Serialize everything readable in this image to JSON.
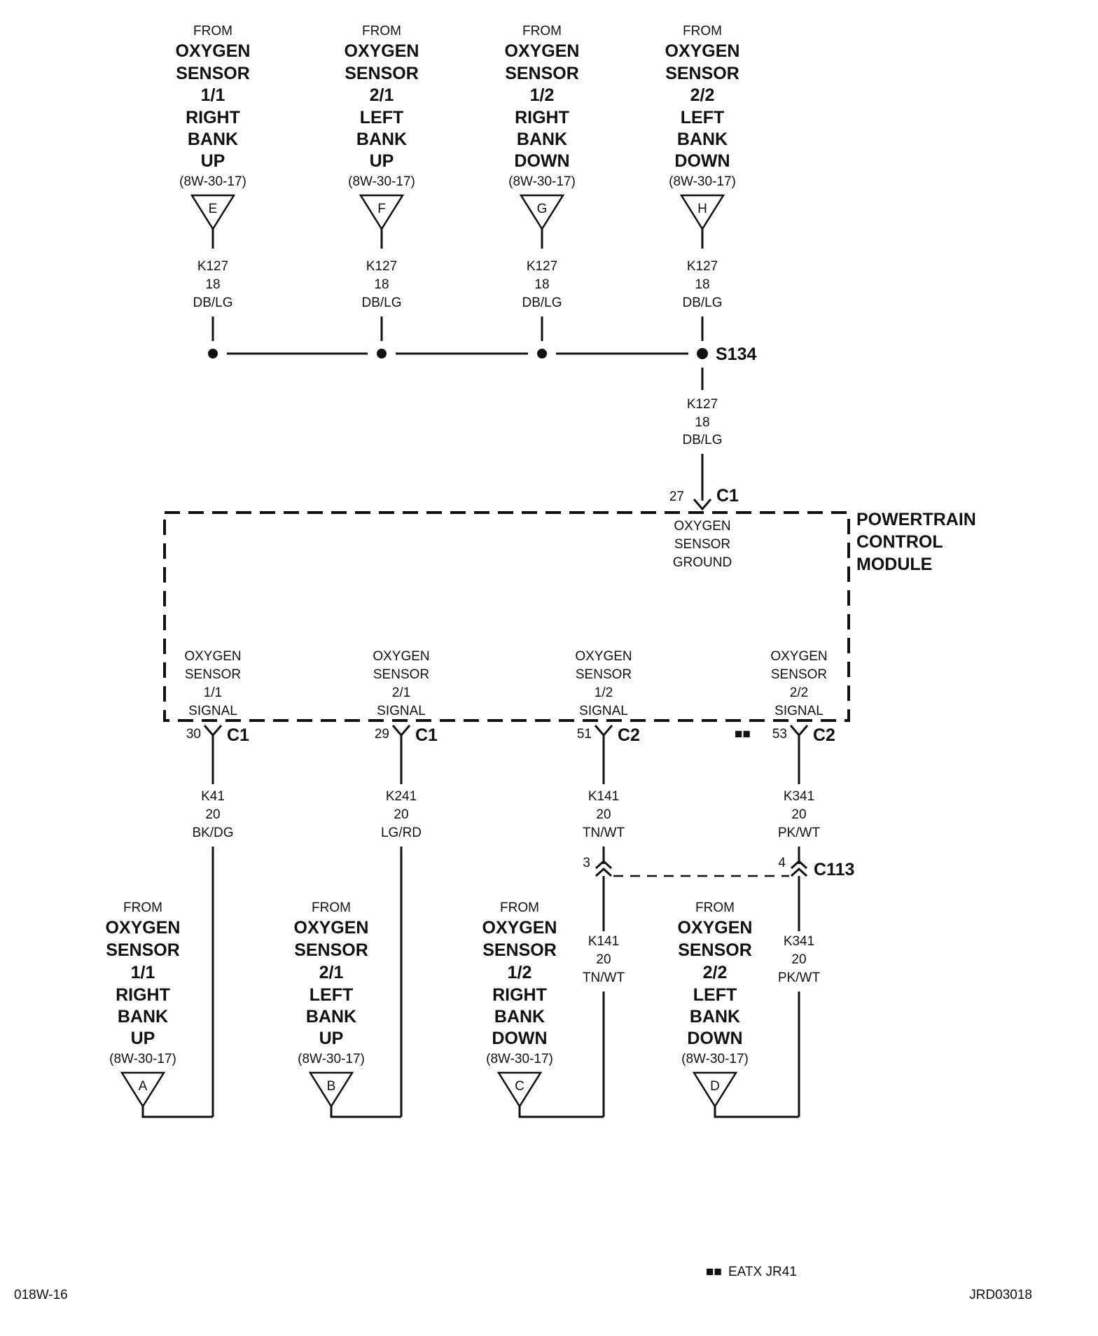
{
  "top_sources": [
    {
      "from": "FROM",
      "l1": "OXYGEN",
      "l2": "SENSOR",
      "l3": "1/1",
      "l4": "RIGHT",
      "l5": "BANK",
      "l6": "UP",
      "ref": "(8W-30-17)",
      "letter": "E",
      "wire": "K127",
      "gauge": "18",
      "color": "DB/LG"
    },
    {
      "from": "FROM",
      "l1": "OXYGEN",
      "l2": "SENSOR",
      "l3": "2/1",
      "l4": "LEFT",
      "l5": "BANK",
      "l6": "UP",
      "ref": "(8W-30-17)",
      "letter": "F",
      "wire": "K127",
      "gauge": "18",
      "color": "DB/LG"
    },
    {
      "from": "FROM",
      "l1": "OXYGEN",
      "l2": "SENSOR",
      "l3": "1/2",
      "l4": "RIGHT",
      "l5": "BANK",
      "l6": "DOWN",
      "ref": "(8W-30-17)",
      "letter": "G",
      "wire": "K127",
      "gauge": "18",
      "color": "DB/LG"
    },
    {
      "from": "FROM",
      "l1": "OXYGEN",
      "l2": "SENSOR",
      "l3": "2/2",
      "l4": "LEFT",
      "l5": "BANK",
      "l6": "DOWN",
      "ref": "(8W-30-17)",
      "letter": "H",
      "wire": "K127",
      "gauge": "18",
      "color": "DB/LG"
    }
  ],
  "splice": {
    "label": "S134",
    "wire": "K127",
    "gauge": "18",
    "color": "DB/LG"
  },
  "ground_pin": {
    "pin": "27",
    "connector": "C1",
    "l1": "OXYGEN",
    "l2": "SENSOR",
    "l3": "GROUND"
  },
  "module": {
    "l1": "POWERTRAIN",
    "l2": "CONTROL",
    "l3": "MODULE"
  },
  "signals": [
    {
      "l1": "OXYGEN",
      "l2": "SENSOR",
      "l3": "1/1",
      "l4": "SIGNAL",
      "pin": "30",
      "connector": "C1",
      "wire": "K41",
      "gauge": "20",
      "color": "BK/DG",
      "marker": ""
    },
    {
      "l1": "OXYGEN",
      "l2": "SENSOR",
      "l3": "2/1",
      "l4": "SIGNAL",
      "pin": "29",
      "connector": "C1",
      "wire": "K241",
      "gauge": "20",
      "color": "LG/RD",
      "marker": ""
    },
    {
      "l1": "OXYGEN",
      "l2": "SENSOR",
      "l3": "1/2",
      "l4": "SIGNAL",
      "pin": "51",
      "connector": "C2",
      "wire": "K141",
      "gauge": "20",
      "color": "TN/WT",
      "marker": ""
    },
    {
      "l1": "OXYGEN",
      "l2": "SENSOR",
      "l3": "2/2",
      "l4": "SIGNAL",
      "pin": "53",
      "connector": "C2",
      "wire": "K341",
      "gauge": "20",
      "color": "PK/WT",
      "marker": "■■"
    }
  ],
  "inline": {
    "connector": "C113",
    "pin_left": "3",
    "pin_right": "4",
    "lower_left": {
      "wire": "K141",
      "gauge": "20",
      "color": "TN/WT"
    },
    "lower_right": {
      "wire": "K341",
      "gauge": "20",
      "color": "PK/WT"
    }
  },
  "bottom_sources": [
    {
      "from": "FROM",
      "l1": "OXYGEN",
      "l2": "SENSOR",
      "l3": "1/1",
      "l4": "RIGHT",
      "l5": "BANK",
      "l6": "UP",
      "ref": "(8W-30-17)",
      "letter": "A"
    },
    {
      "from": "FROM",
      "l1": "OXYGEN",
      "l2": "SENSOR",
      "l3": "2/1",
      "l4": "LEFT",
      "l5": "BANK",
      "l6": "UP",
      "ref": "(8W-30-17)",
      "letter": "B"
    },
    {
      "from": "FROM",
      "l1": "OXYGEN",
      "l2": "SENSOR",
      "l3": "1/2",
      "l4": "RIGHT",
      "l5": "BANK",
      "l6": "DOWN",
      "ref": "(8W-30-17)",
      "letter": "C"
    },
    {
      "from": "FROM",
      "l1": "OXYGEN",
      "l2": "SENSOR",
      "l3": "2/2",
      "l4": "LEFT",
      "l5": "BANK",
      "l6": "DOWN",
      "ref": "(8W-30-17)",
      "letter": "D"
    }
  ],
  "legend": {
    "marker": "■■",
    "text": "EATX JR41"
  },
  "footer": {
    "left": "018W-16",
    "right": "JRD03018"
  }
}
